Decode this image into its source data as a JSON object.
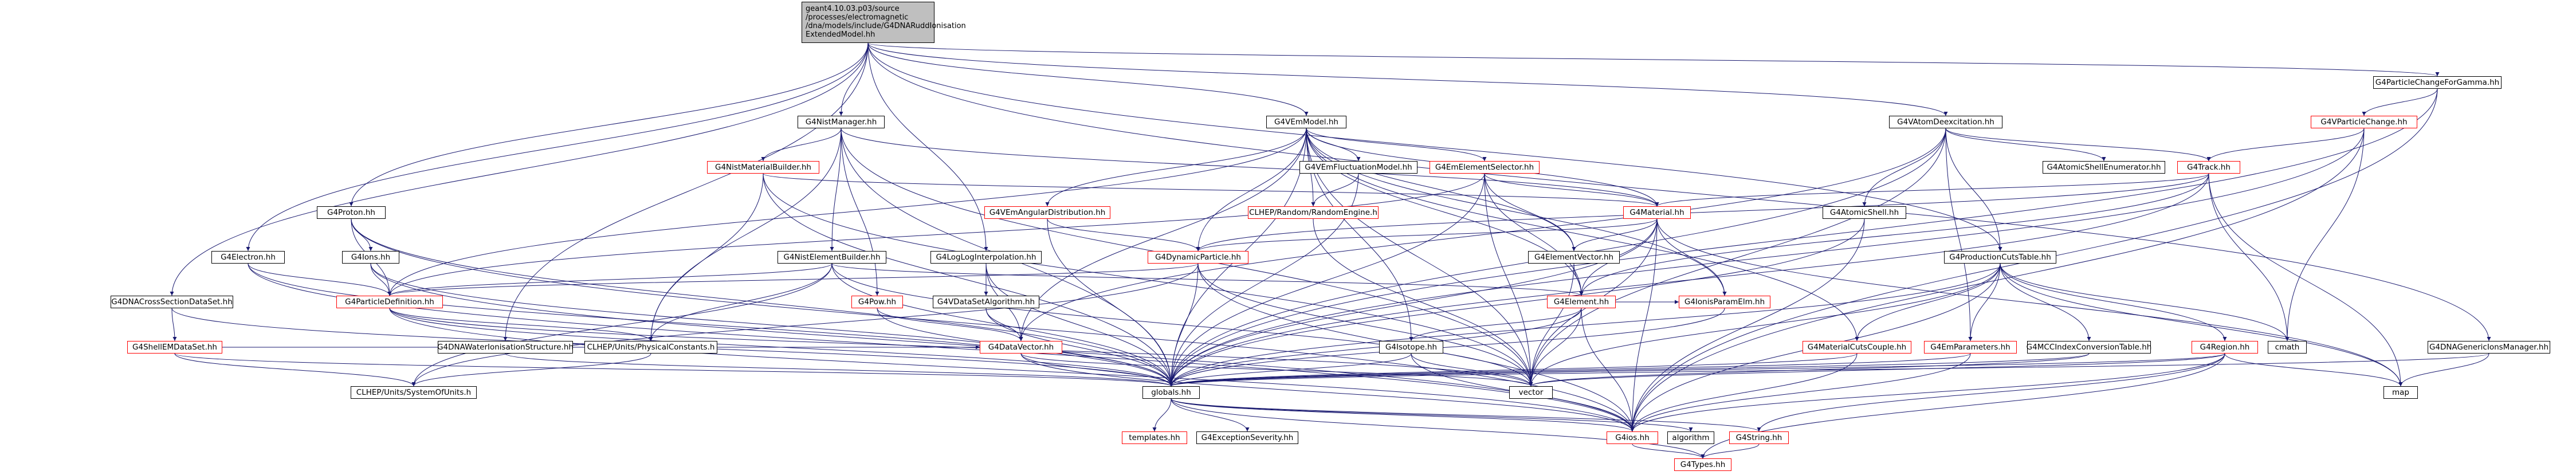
{
  "colors": {
    "edge": "#191970",
    "node_border": "#000000",
    "node_incomplete_border": "#ff0000",
    "root_fill": "#bfbfbf",
    "background": "#ffffff"
  },
  "root": {
    "label": "geant4.10.03.p03/source\n/processes/electromagnetic\n/dna/models/include/G4DNARuddIonisation\nExtendedModel.hh"
  },
  "nodes": [
    {
      "id": "G4ParticleChangeForGamma",
      "label": "G4ParticleChangeForGamma.hh",
      "red": false
    },
    {
      "id": "G4VParticleChange",
      "label": "G4VParticleChange.hh",
      "red": true
    },
    {
      "id": "G4VAtomDeexcitation",
      "label": "G4VAtomDeexcitation.hh",
      "red": false
    },
    {
      "id": "G4VEmModel",
      "label": "G4VEmModel.hh",
      "red": false
    },
    {
      "id": "G4NistManager",
      "label": "G4NistManager.hh",
      "red": false
    },
    {
      "id": "G4NistMaterialBuilder",
      "label": "G4NistMaterialBuilder.hh",
      "red": true
    },
    {
      "id": "G4VEmFluctuationModel",
      "label": "G4VEmFluctuationModel.hh",
      "red": false
    },
    {
      "id": "G4EmElementSelector",
      "label": "G4EmElementSelector.hh",
      "red": true
    },
    {
      "id": "G4AtomicShellEnumerator",
      "label": "G4AtomicShellEnumerator.hh",
      "red": false
    },
    {
      "id": "G4Track",
      "label": "G4Track.hh",
      "red": true
    },
    {
      "id": "G4Proton",
      "label": "G4Proton.hh",
      "red": false
    },
    {
      "id": "G4VEmAngularDistribution",
      "label": "G4VEmAngularDistribution.hh",
      "red": true
    },
    {
      "id": "RandomEngine",
      "label": "CLHEP/Random/RandomEngine.h",
      "red": true
    },
    {
      "id": "G4Material",
      "label": "G4Material.hh",
      "red": true
    },
    {
      "id": "G4AtomicShell",
      "label": "G4AtomicShell.hh",
      "red": false
    },
    {
      "id": "G4Electron",
      "label": "G4Electron.hh",
      "red": false
    },
    {
      "id": "G4Ions",
      "label": "G4Ions.hh",
      "red": false
    },
    {
      "id": "G4NistElementBuilder",
      "label": "G4NistElementBuilder.hh",
      "red": false
    },
    {
      "id": "G4LogLogInterpolation",
      "label": "G4LogLogInterpolation.hh",
      "red": false
    },
    {
      "id": "G4DynamicParticle",
      "label": "G4DynamicParticle.hh",
      "red": true
    },
    {
      "id": "G4ElementVector",
      "label": "G4ElementVector.hh",
      "red": false
    },
    {
      "id": "G4ProductionCutsTable",
      "label": "G4ProductionCutsTable.hh",
      "red": false
    },
    {
      "id": "G4DNACrossSectionDataSet",
      "label": "G4DNACrossSectionDataSet.hh",
      "red": false
    },
    {
      "id": "G4ParticleDefinition",
      "label": "G4ParticleDefinition.hh",
      "red": true
    },
    {
      "id": "G4Pow",
      "label": "G4Pow.hh",
      "red": true
    },
    {
      "id": "G4VDataSetAlgorithm",
      "label": "G4VDataSetAlgorithm.hh",
      "red": false
    },
    {
      "id": "G4Element",
      "label": "G4Element.hh",
      "red": true
    },
    {
      "id": "G4IonisParamElm",
      "label": "G4IonisParamElm.hh",
      "red": true
    },
    {
      "id": "G4ShellEMDataSet",
      "label": "G4ShellEMDataSet.hh",
      "red": true
    },
    {
      "id": "G4DNAWaterIonisationStructure",
      "label": "G4DNAWaterIonisationStructure.hh",
      "red": false
    },
    {
      "id": "PhysicalConstants",
      "label": "CLHEP/Units/PhysicalConstants.h",
      "red": false
    },
    {
      "id": "G4DataVector",
      "label": "G4DataVector.hh",
      "red": true
    },
    {
      "id": "G4Isotope",
      "label": "G4Isotope.hh",
      "red": false
    },
    {
      "id": "G4MaterialCutsCouple",
      "label": "G4MaterialCutsCouple.hh",
      "red": true
    },
    {
      "id": "G4EmParameters",
      "label": "G4EmParameters.hh",
      "red": true
    },
    {
      "id": "G4MCCIndexConversionTable",
      "label": "G4MCCIndexConversionTable.hh",
      "red": false
    },
    {
      "id": "G4Region",
      "label": "G4Region.hh",
      "red": true
    },
    {
      "id": "cmath",
      "label": "cmath",
      "red": false
    },
    {
      "id": "G4DNAGenericIonsManager",
      "label": "G4DNAGenericIonsManager.hh",
      "red": false
    },
    {
      "id": "SystemOfUnits",
      "label": "CLHEP/Units/SystemOfUnits.h",
      "red": false
    },
    {
      "id": "globals",
      "label": "globals.hh",
      "red": false
    },
    {
      "id": "vector",
      "label": "vector",
      "red": false
    },
    {
      "id": "map",
      "label": "map",
      "red": false
    },
    {
      "id": "templates",
      "label": "templates.hh",
      "red": true
    },
    {
      "id": "G4ExceptionSeverity",
      "label": "G4ExceptionSeverity.hh",
      "red": false
    },
    {
      "id": "G4ios",
      "label": "G4ios.hh",
      "red": true
    },
    {
      "id": "algorithm",
      "label": "algorithm",
      "red": false
    },
    {
      "id": "G4String",
      "label": "G4String.hh",
      "red": true
    },
    {
      "id": "G4Types",
      "label": "G4Types.hh",
      "red": true
    }
  ],
  "edges": [
    [
      "root",
      "G4ParticleChangeForGamma"
    ],
    [
      "root",
      "G4VAtomDeexcitation"
    ],
    [
      "root",
      "G4VEmModel"
    ],
    [
      "root",
      "G4NistManager"
    ],
    [
      "root",
      "G4Proton"
    ],
    [
      "root",
      "G4Electron"
    ],
    [
      "root",
      "G4DNACrossSectionDataSet"
    ],
    [
      "root",
      "G4LogLogInterpolation"
    ],
    [
      "root",
      "G4DNAWaterIonisationStructure"
    ],
    [
      "root",
      "G4ProductionCutsTable"
    ],
    [
      "root",
      "G4DNAGenericIonsManager"
    ],
    [
      "G4ParticleChangeForGamma",
      "G4VParticleChange"
    ],
    [
      "G4ParticleChangeForGamma",
      "globals"
    ],
    [
      "G4ParticleChangeForGamma",
      "G4ios"
    ],
    [
      "G4VParticleChange",
      "G4Track"
    ],
    [
      "G4VParticleChange",
      "cmath"
    ],
    [
      "G4VParticleChange",
      "globals"
    ],
    [
      "G4VParticleChange",
      "G4ios"
    ],
    [
      "G4VAtomDeexcitation",
      "G4AtomicShellEnumerator"
    ],
    [
      "G4VAtomDeexcitation",
      "G4AtomicShell"
    ],
    [
      "G4VAtomDeexcitation",
      "G4ProductionCutsTable"
    ],
    [
      "G4VAtomDeexcitation",
      "G4EmParameters"
    ],
    [
      "G4VAtomDeexcitation",
      "G4Track"
    ],
    [
      "G4VAtomDeexcitation",
      "globals"
    ],
    [
      "G4VAtomDeexcitation",
      "vector"
    ],
    [
      "G4VAtomDeexcitation",
      "G4DataVector"
    ],
    [
      "G4VEmModel",
      "G4VEmFluctuationModel"
    ],
    [
      "G4VEmModel",
      "G4EmElementSelector"
    ],
    [
      "G4VEmModel",
      "G4Material"
    ],
    [
      "G4VEmModel",
      "G4VEmAngularDistribution"
    ],
    [
      "G4VEmModel",
      "RandomEngine"
    ],
    [
      "G4VEmModel",
      "G4DynamicParticle"
    ],
    [
      "G4VEmModel",
      "G4ElementVector"
    ],
    [
      "G4VEmModel",
      "G4Element"
    ],
    [
      "G4VEmModel",
      "G4ParticleDefinition"
    ],
    [
      "G4VEmModel",
      "G4MaterialCutsCouple"
    ],
    [
      "G4VEmModel",
      "G4DataVector"
    ],
    [
      "G4VEmModel",
      "G4Isotope"
    ],
    [
      "G4VEmModel",
      "globals"
    ],
    [
      "G4VEmModel",
      "vector"
    ],
    [
      "G4VEmModel",
      "G4IonisParamElm"
    ],
    [
      "G4NistManager",
      "G4NistMaterialBuilder"
    ],
    [
      "G4NistManager",
      "G4NistElementBuilder"
    ],
    [
      "G4NistManager",
      "G4Material"
    ],
    [
      "G4NistManager",
      "G4Pow"
    ],
    [
      "G4NistManager",
      "PhysicalConstants"
    ],
    [
      "G4NistManager",
      "globals"
    ],
    [
      "G4NistManager",
      "vector"
    ],
    [
      "G4NistMaterialBuilder",
      "G4Material"
    ],
    [
      "G4NistMaterialBuilder",
      "PhysicalConstants"
    ],
    [
      "G4NistMaterialBuilder",
      "globals"
    ],
    [
      "G4NistMaterialBuilder",
      "vector"
    ],
    [
      "G4VEmFluctuationModel",
      "RandomEngine"
    ],
    [
      "G4VEmFluctuationModel",
      "globals"
    ],
    [
      "G4EmElementSelector",
      "G4Material"
    ],
    [
      "G4EmElementSelector",
      "G4Element"
    ],
    [
      "G4EmElementSelector",
      "G4ElementVector"
    ],
    [
      "G4EmElementSelector",
      "globals"
    ],
    [
      "G4EmElementSelector",
      "vector"
    ],
    [
      "G4EmElementSelector",
      "G4ParticleDefinition"
    ],
    [
      "G4Track",
      "G4Material"
    ],
    [
      "G4Track",
      "G4DynamicParticle"
    ],
    [
      "G4Track",
      "G4Element"
    ],
    [
      "G4Track",
      "globals"
    ],
    [
      "G4Track",
      "cmath"
    ],
    [
      "G4Track",
      "map"
    ],
    [
      "G4Proton",
      "G4ParticleDefinition"
    ],
    [
      "G4Proton",
      "G4Ions"
    ],
    [
      "G4Proton",
      "globals"
    ],
    [
      "G4Proton",
      "G4ios"
    ],
    [
      "G4VEmAngularDistribution",
      "G4DynamicParticle"
    ],
    [
      "G4VEmAngularDistribution",
      "globals"
    ],
    [
      "RandomEngine",
      "vector"
    ],
    [
      "G4Material",
      "G4ElementVector"
    ],
    [
      "G4Material",
      "G4Element"
    ],
    [
      "G4Material",
      "G4IonisParamElm"
    ],
    [
      "G4Material",
      "G4DynamicParticle"
    ],
    [
      "G4Material",
      "globals"
    ],
    [
      "G4Material",
      "vector"
    ],
    [
      "G4Material",
      "G4ios"
    ],
    [
      "G4Material",
      "map"
    ],
    [
      "G4AtomicShell",
      "globals"
    ],
    [
      "G4AtomicShell",
      "G4ios"
    ],
    [
      "G4Electron",
      "G4ParticleDefinition"
    ],
    [
      "G4Electron",
      "globals"
    ],
    [
      "G4Electron",
      "G4ios"
    ],
    [
      "G4Ions",
      "G4ParticleDefinition"
    ],
    [
      "G4Ions",
      "globals"
    ],
    [
      "G4Ions",
      "G4ios"
    ],
    [
      "G4NistElementBuilder",
      "G4Element"
    ],
    [
      "G4NistElementBuilder",
      "PhysicalConstants"
    ],
    [
      "G4NistElementBuilder",
      "globals"
    ],
    [
      "G4NistElementBuilder",
      "vector"
    ],
    [
      "G4NistElementBuilder",
      "SystemOfUnits"
    ],
    [
      "G4NistElementBuilder",
      "G4ParticleDefinition"
    ],
    [
      "G4LogLogInterpolation",
      "G4VDataSetAlgorithm"
    ],
    [
      "G4LogLogInterpolation",
      "G4DataVector"
    ],
    [
      "G4LogLogInterpolation",
      "globals"
    ],
    [
      "G4DynamicParticle",
      "G4ParticleDefinition"
    ],
    [
      "G4DynamicParticle",
      "globals"
    ],
    [
      "G4DynamicParticle",
      "G4ios"
    ],
    [
      "G4DynamicParticle",
      "SystemOfUnits"
    ],
    [
      "G4DynamicParticle",
      "vector"
    ],
    [
      "G4ElementVector",
      "G4Element"
    ],
    [
      "G4ElementVector",
      "vector"
    ],
    [
      "G4ProductionCutsTable",
      "G4MaterialCutsCouple"
    ],
    [
      "G4ProductionCutsTable",
      "G4EmParameters"
    ],
    [
      "G4ProductionCutsTable",
      "G4MCCIndexConversionTable"
    ],
    [
      "G4ProductionCutsTable",
      "G4Region"
    ],
    [
      "G4ProductionCutsTable",
      "cmath"
    ],
    [
      "G4ProductionCutsTable",
      "globals"
    ],
    [
      "G4ProductionCutsTable",
      "vector"
    ],
    [
      "G4ProductionCutsTable",
      "G4ios"
    ],
    [
      "G4ProductionCutsTable",
      "map"
    ],
    [
      "G4DNACrossSectionDataSet",
      "G4ShellEMDataSet"
    ],
    [
      "G4DNACrossSectionDataSet",
      "globals"
    ],
    [
      "G4ParticleDefinition",
      "PhysicalConstants"
    ],
    [
      "G4ParticleDefinition",
      "globals"
    ],
    [
      "G4ParticleDefinition",
      "vector"
    ],
    [
      "G4ParticleDefinition",
      "G4ios"
    ],
    [
      "G4Pow",
      "G4DataVector"
    ],
    [
      "G4Pow",
      "globals"
    ],
    [
      "G4VDataSetAlgorithm",
      "G4DataVector"
    ],
    [
      "G4VDataSetAlgorithm",
      "globals"
    ],
    [
      "G4Element",
      "G4Isotope"
    ],
    [
      "G4Element",
      "G4IonisParamElm"
    ],
    [
      "G4Element",
      "globals"
    ],
    [
      "G4Element",
      "vector"
    ],
    [
      "G4Element",
      "G4ios"
    ],
    [
      "G4IonisParamElm",
      "globals"
    ],
    [
      "G4ShellEMDataSet",
      "globals"
    ],
    [
      "G4ShellEMDataSet",
      "G4DataVector"
    ],
    [
      "G4ShellEMDataSet",
      "SystemOfUnits"
    ],
    [
      "G4DNAWaterIonisationStructure",
      "globals"
    ],
    [
      "PhysicalConstants",
      "SystemOfUnits"
    ],
    [
      "G4DataVector",
      "globals"
    ],
    [
      "G4DataVector",
      "vector"
    ],
    [
      "G4DataVector",
      "G4ios"
    ],
    [
      "G4Isotope",
      "globals"
    ],
    [
      "G4Isotope",
      "vector"
    ],
    [
      "G4Isotope",
      "G4ios"
    ],
    [
      "G4MaterialCutsCouple",
      "globals"
    ],
    [
      "G4MaterialCutsCouple",
      "G4ios"
    ],
    [
      "G4EmParameters",
      "globals"
    ],
    [
      "G4EmParameters",
      "G4ios"
    ],
    [
      "G4MCCIndexConversionTable",
      "globals"
    ],
    [
      "G4MCCIndexConversionTable",
      "vector"
    ],
    [
      "G4Region",
      "globals"
    ],
    [
      "G4Region",
      "G4ios"
    ],
    [
      "G4Region",
      "G4String"
    ],
    [
      "G4Region",
      "G4Types"
    ],
    [
      "G4Region",
      "vector"
    ],
    [
      "G4Region",
      "map"
    ],
    [
      "G4DNAGenericIonsManager",
      "globals"
    ],
    [
      "G4DNAGenericIonsManager",
      "map"
    ],
    [
      "globals",
      "templates"
    ],
    [
      "globals",
      "G4ExceptionSeverity"
    ],
    [
      "globals",
      "G4ios"
    ],
    [
      "globals",
      "algorithm"
    ],
    [
      "globals",
      "G4String"
    ],
    [
      "globals",
      "G4Types"
    ],
    [
      "G4ios",
      "G4Types"
    ],
    [
      "G4String",
      "G4Types"
    ]
  ]
}
